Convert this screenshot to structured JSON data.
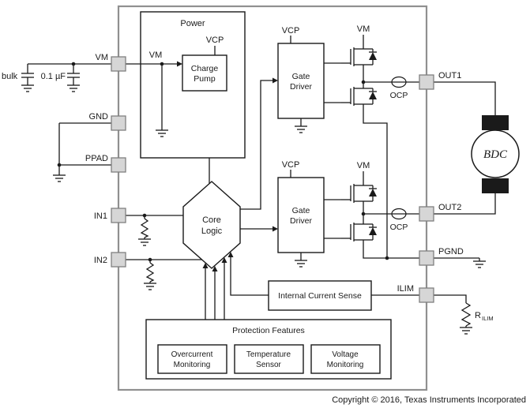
{
  "chip": {
    "blocks": {
      "power": "Power",
      "charge_pump": [
        "Charge",
        "Pump"
      ],
      "core_logic": [
        "Core",
        "Logic"
      ],
      "gate_driver": [
        "Gate",
        "Driver"
      ],
      "internal_current_sense": "Internal Current Sense",
      "protection_features": "Protection Features",
      "overcurrent_monitoring": [
        "Overcurrent",
        "Monitoring"
      ],
      "temperature_sensor": [
        "Temperature",
        "Sensor"
      ],
      "voltage_monitoring": [
        "Voltage",
        "Monitoring"
      ]
    },
    "pins": {
      "vm": "VM",
      "gnd": "GND",
      "ppad": "PPAD",
      "in1": "IN1",
      "in2": "IN2",
      "out1": "OUT1",
      "out2": "OUT2",
      "pgnd": "PGND",
      "ilim": "ILIM"
    },
    "net_labels": {
      "vm_internal": "VM",
      "vcp_charge_pump": "VCP",
      "vcp_gate_driver_1": "VCP",
      "vcp_gate_driver_2": "VCP",
      "vm_half_bridge_1": "VM",
      "vm_half_bridge_2": "VM",
      "ocp_1": "OCP",
      "ocp_2": "OCP"
    }
  },
  "external": {
    "bulk_cap_label": "bulk",
    "decoupling_cap_label": "0.1 µF",
    "motor_label": "BDC",
    "rilim": {
      "name": "R",
      "sub": "ILIM"
    }
  },
  "footer": {
    "copyright": "Copyright © 2016, Texas Instruments Incorporated"
  },
  "colors": {
    "line": "#1a1a1a",
    "chip_outline": "#909090",
    "pin_fill": "#d6d6d6"
  }
}
